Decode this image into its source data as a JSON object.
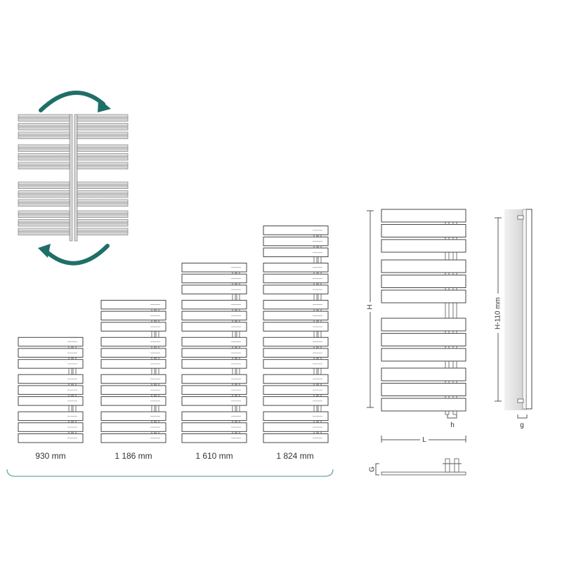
{
  "colors": {
    "arrow": "#1f6f68",
    "outline": "#444444",
    "bracket": "#6fa6a3",
    "wall": "#d9d9d9"
  },
  "icons": {
    "rotate_top": "rotate-arrow-icon",
    "rotate_bottom": "rotate-arrow-icon"
  },
  "sizes": [
    {
      "label": "930 mm",
      "groups": [
        3,
        3,
        3
      ]
    },
    {
      "label": "1 186 mm",
      "groups": [
        3,
        3,
        3,
        3
      ]
    },
    {
      "label": "1 610 mm",
      "groups": [
        3,
        3,
        3,
        3,
        3
      ]
    },
    {
      "label": "1 824 mm",
      "groups": [
        3,
        3,
        3,
        3,
        3,
        3
      ]
    }
  ],
  "dimensions": {
    "height": "H",
    "length": "L",
    "pipe_offset": "h",
    "wall_gap": "g",
    "pipe_depth": "G",
    "mount_span": "H-110 mm"
  }
}
